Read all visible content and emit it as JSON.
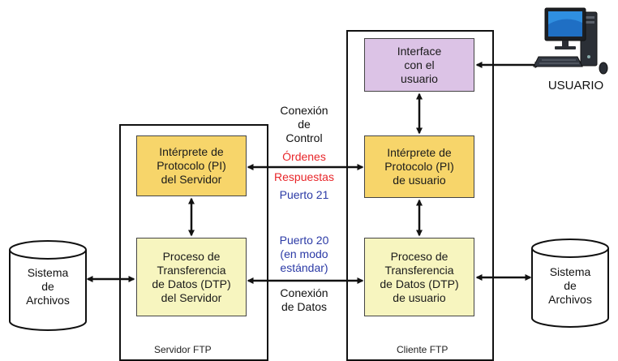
{
  "server": {
    "frame_label": "Servidor FTP",
    "pi": "Intérprete de\nProtocolo (PI)\ndel Servidor",
    "dtp": "Proceso de\nTransferencia\nde Datos (DTP)\ndel Servidor"
  },
  "client": {
    "frame_label": "Cliente FTP",
    "ui": "Interface\ncon el\nusuario",
    "pi": "Intérprete de\nProtocolo (PI)\nde usuario",
    "dtp": "Proceso de\nTransferencia\nde Datos (DTP)\nde usuario"
  },
  "control": {
    "title": "Conexión\nde\nControl",
    "orders": "Órdenes",
    "responses": "Respuestas",
    "port": "Puerto 21"
  },
  "data_conn": {
    "port": "Puerto 20\n(en modo\nestándar)",
    "title": "Conexión\nde Datos"
  },
  "left_fs": "Sistema\nde\nArchivos",
  "right_fs": "Sistema\nde\nArchivos",
  "user_label": "USUARIO",
  "colors": {
    "pi": "#f7d56a",
    "dtp": "#f7f5bf",
    "ui": "#dcc3e6",
    "orders": "#e8262a",
    "blue_text": "#2b3aa6"
  }
}
